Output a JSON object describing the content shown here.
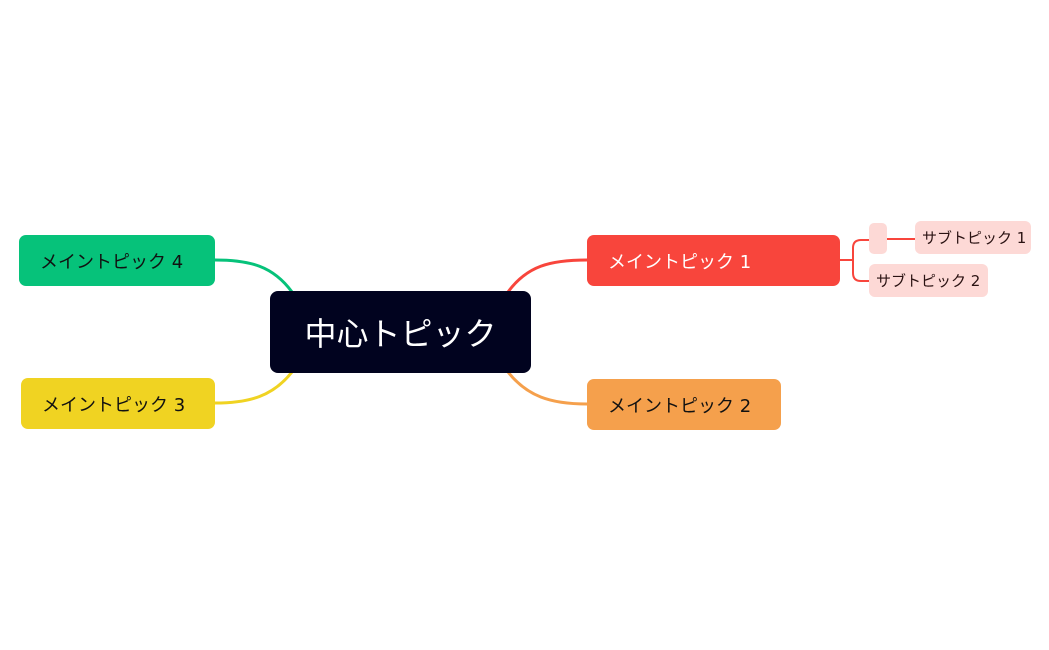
{
  "central": {
    "label": "中心トピック",
    "color": "#01031f"
  },
  "main_topics": [
    {
      "label": "メイントピック 1",
      "color": "#f8453c"
    },
    {
      "label": "メイントピック 2",
      "color": "#f5a04c"
    },
    {
      "label": "メイントピック 3",
      "color": "#f0d322"
    },
    {
      "label": "メイントピック 4",
      "color": "#06c27a"
    }
  ],
  "sub_topics": [
    {
      "label": "サブトピック 1",
      "color": "#fdd9d6"
    },
    {
      "label": "サブトピック 2",
      "color": "#fdd9d6"
    }
  ]
}
